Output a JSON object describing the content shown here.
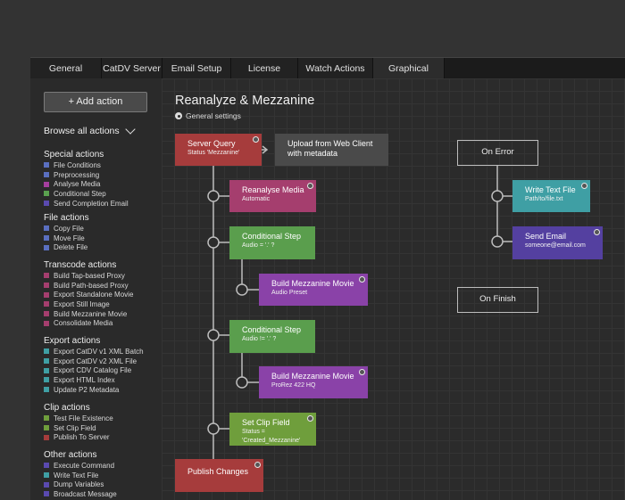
{
  "tabs": [
    "General",
    "CatDV Server",
    "Email Setup",
    "License",
    "Watch Actions",
    "Graphical"
  ],
  "sidebar": {
    "add_action": "+ Add action",
    "browse_all": "Browse all actions",
    "categories": [
      {
        "title": "Special actions",
        "items": [
          {
            "label": "File Conditions",
            "color": "#5a6fc0"
          },
          {
            "label": "Preprocessing",
            "color": "#5a6fc0"
          },
          {
            "label": "Analyse Media",
            "color": "#a53e9e"
          },
          {
            "label": "Conditional Step",
            "color": "#5aa14f"
          },
          {
            "label": "Send Completion Email",
            "color": "#5a4ab0"
          }
        ]
      },
      {
        "title": "File actions",
        "items": [
          {
            "label": "Copy File",
            "color": "#5a6fc0"
          },
          {
            "label": "Move File",
            "color": "#5a6fc0"
          },
          {
            "label": "Delete File",
            "color": "#5a6fc0"
          }
        ]
      },
      {
        "title": "Transcode actions",
        "items": [
          {
            "label": "Build Tap-based Proxy",
            "color": "#a53e6e"
          },
          {
            "label": "Build Path-based Proxy",
            "color": "#a53e6e"
          },
          {
            "label": "Export Standalone Movie",
            "color": "#a53e6e"
          },
          {
            "label": "Export Still Image",
            "color": "#a53e6e"
          },
          {
            "label": "Build Mezzanine Movie",
            "color": "#a53e6e"
          },
          {
            "label": "Consolidate Media",
            "color": "#a53e6e"
          }
        ]
      },
      {
        "title": "Export actions",
        "items": [
          {
            "label": "Export CatDV v1 XML Batch",
            "color": "#3f9fa4"
          },
          {
            "label": "Export CatDV v2 XML File",
            "color": "#3f9fa4"
          },
          {
            "label": "Export CDV Catalog File",
            "color": "#3f9fa4"
          },
          {
            "label": "Export HTML Index",
            "color": "#3f9fa4"
          },
          {
            "label": "Update P2 Metadata",
            "color": "#3f9fa4"
          }
        ]
      },
      {
        "title": "Clip actions",
        "items": [
          {
            "label": "Test File Existence",
            "color": "#6f9e3c"
          },
          {
            "label": "Set Clip Field",
            "color": "#6f9e3c"
          },
          {
            "label": "Publish To Server",
            "color": "#a63c3c"
          }
        ]
      },
      {
        "title": "Other actions",
        "items": [
          {
            "label": "Execute Command",
            "color": "#5a4ab0"
          },
          {
            "label": "Write Text File",
            "color": "#3f9fa4"
          },
          {
            "label": "Dump Variables",
            "color": "#5a4ab0"
          },
          {
            "label": "Broadcast Message",
            "color": "#5a4ab0"
          }
        ]
      }
    ]
  },
  "workflow": {
    "title": "Reanalyze & Mezzanine",
    "general_settings": "General settings",
    "nodes": {
      "server_query": {
        "title": "Server Query",
        "sub": "Status 'Mezzanine'"
      },
      "upload": {
        "title": "Upload from Web Client",
        "sub": "with metadata"
      },
      "reanalyse": {
        "title": "Reanalyse Media",
        "sub": "Automatic"
      },
      "cond1": {
        "title": "Conditional Step",
        "sub": "Audio = '.' ?"
      },
      "build1": {
        "title": "Build Mezzanine Movie",
        "sub": "Audio Preset"
      },
      "cond2": {
        "title": "Conditional Step",
        "sub": "Audio != '.' ?"
      },
      "build2": {
        "title": "Build Mezzanine Movie",
        "sub": "ProRez 422 HQ"
      },
      "setclip": {
        "title": "Set Clip Field",
        "sub": "Status = 'Created_Mezzanine'"
      },
      "publish": {
        "title": "Publish Changes",
        "sub": ""
      },
      "on_error": {
        "title": "On Error"
      },
      "write_text": {
        "title": "Write Text File",
        "sub": "Path/to/file.txt"
      },
      "send_email": {
        "title": "Send Email",
        "sub": "someone@email.com"
      },
      "on_finish": {
        "title": "On Finish"
      }
    }
  }
}
